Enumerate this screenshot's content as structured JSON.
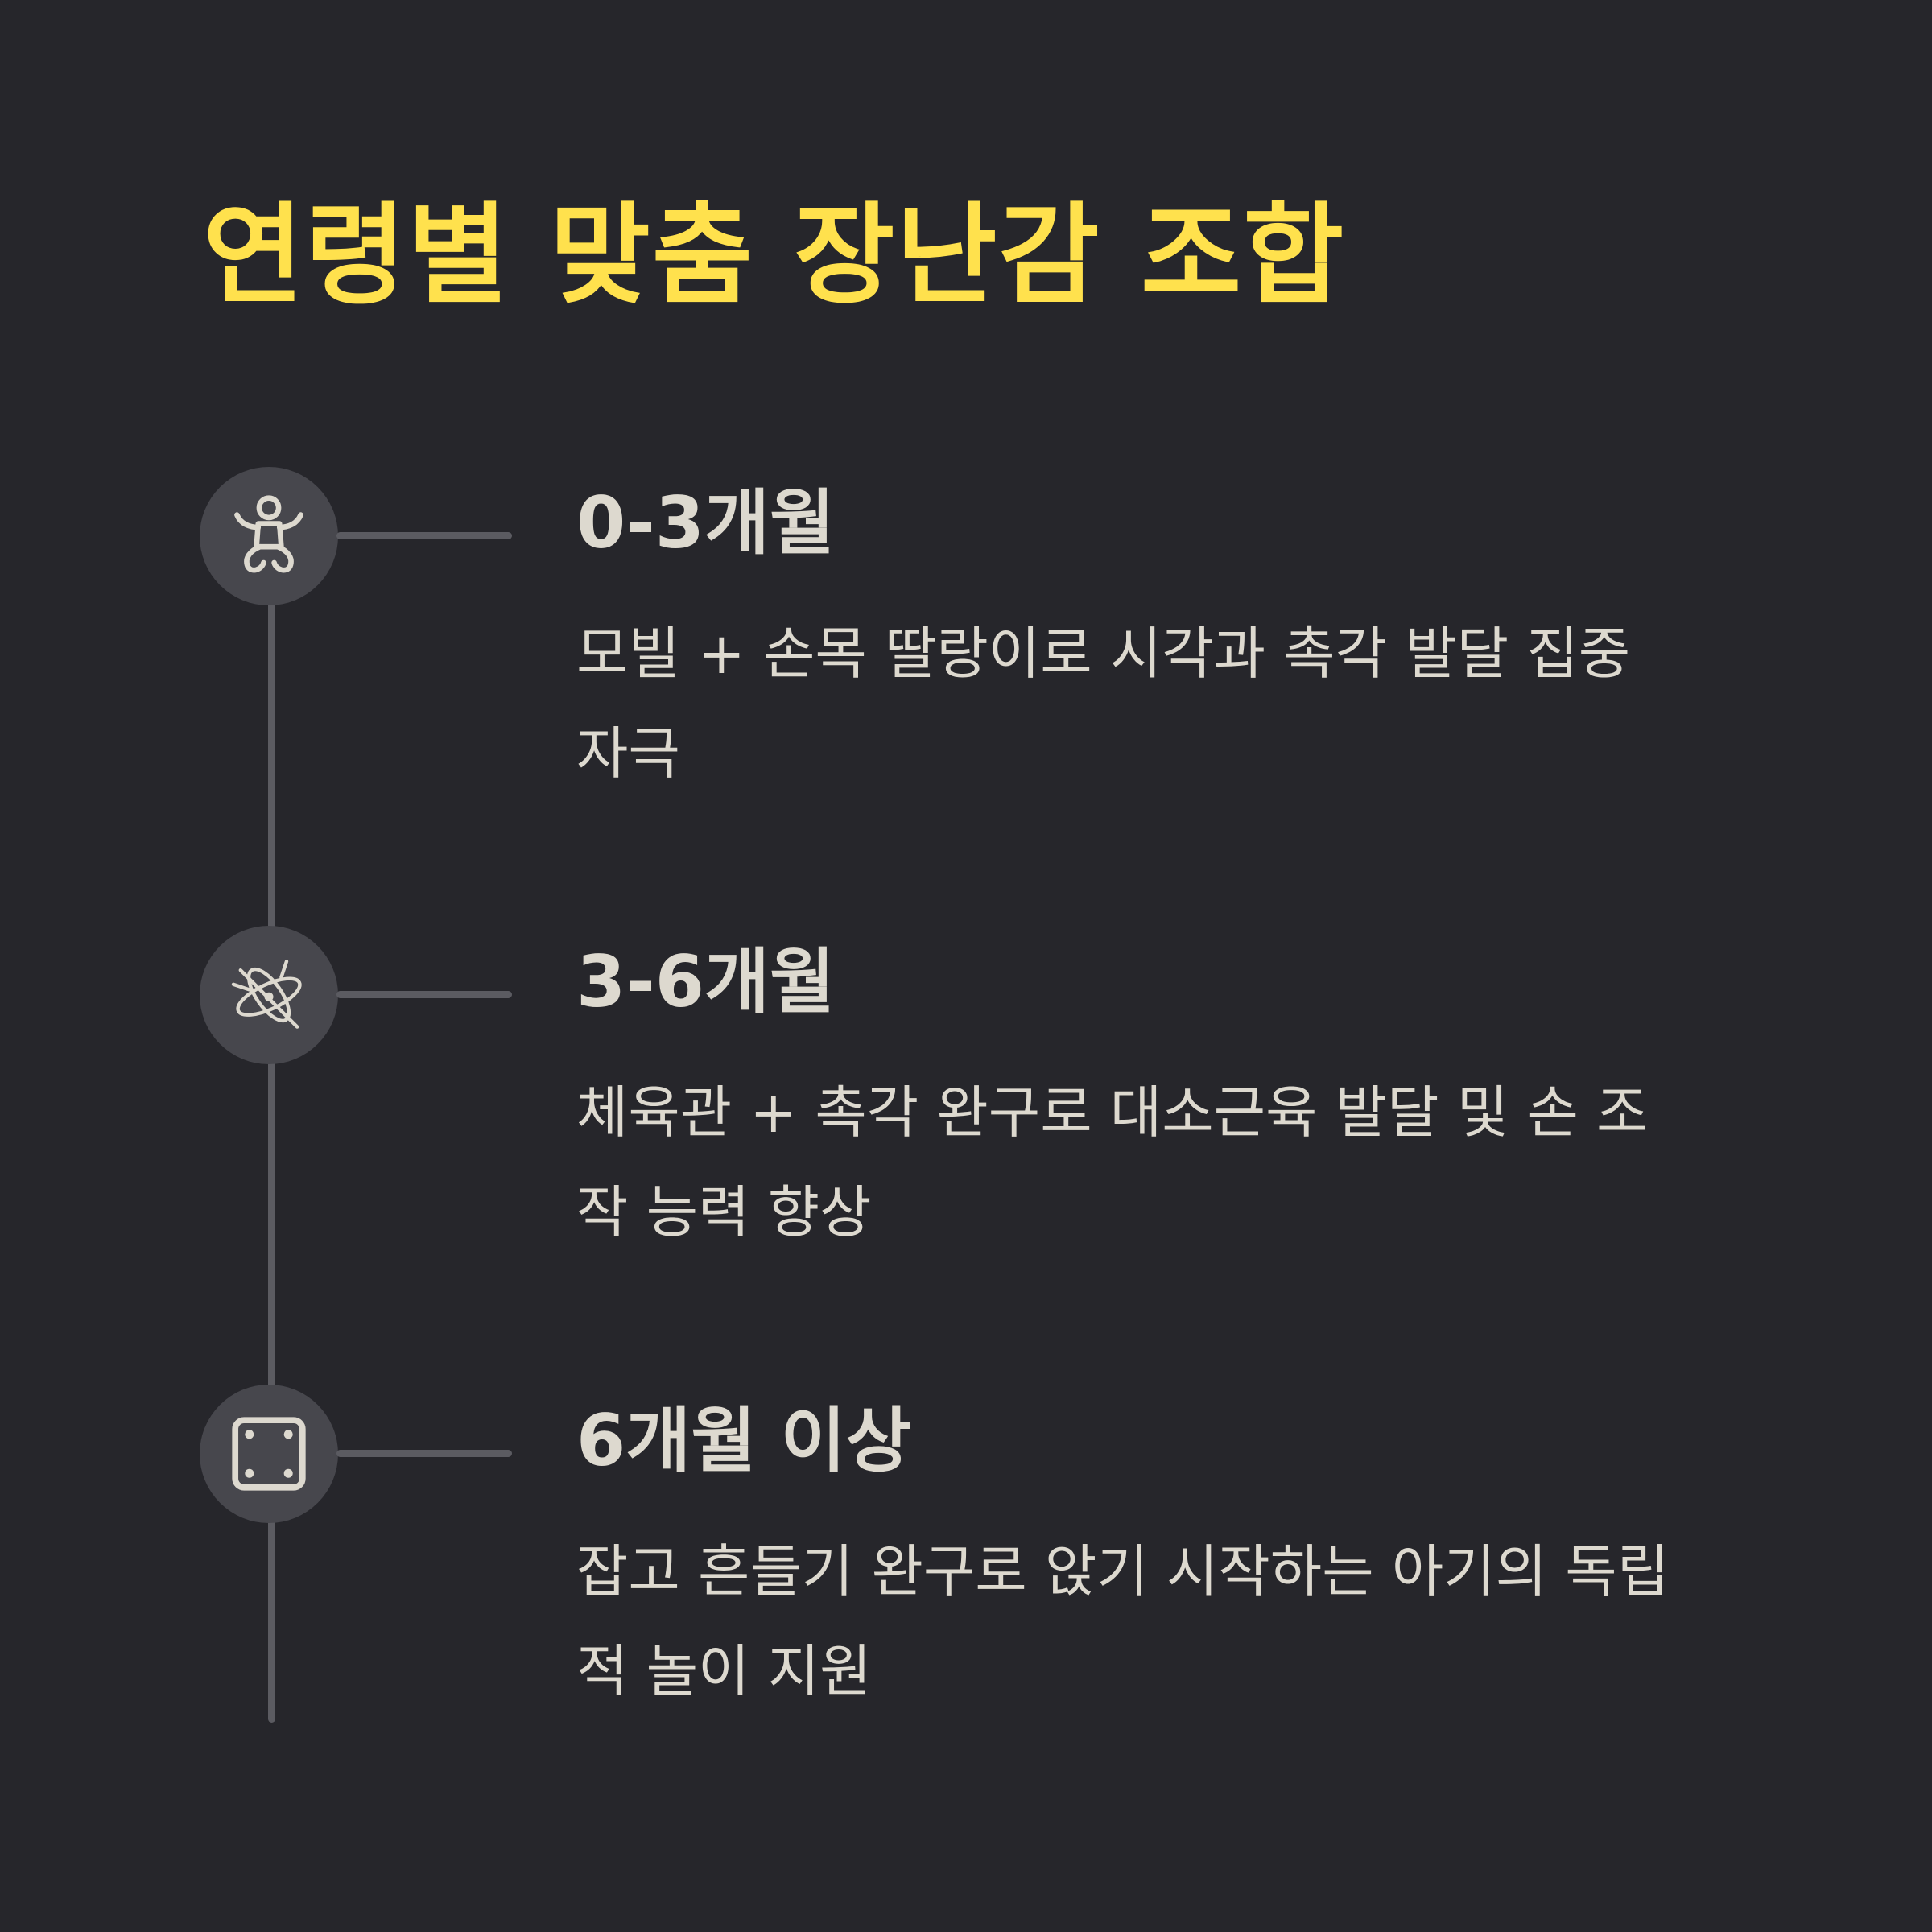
{
  "title": "연령별 맞춤 장난감 조합",
  "colors": {
    "background": "#26262b",
    "title": "#ffe14d",
    "text": "#ddd9cf",
    "node": "#47474d",
    "line": "#5b5b61"
  },
  "steps": [
    {
      "icon": "baby-icon",
      "title": "0-3개월",
      "description": "모빌 + 손목 딸랑이로 시각과 촉각 발달 집중 자극"
    },
    {
      "icon": "atom-orbit-icon",
      "title": "3-6개월",
      "description": "체육관 + 촉각 완구로 대소근육 발달 및 손 조작 능력 향상"
    },
    {
      "icon": "square-frame-icon",
      "title": "6개월 이상",
      "description": "잡고 흔들기 완구로 앉기 시작하는 아기의 독립적 놀이 지원"
    }
  ]
}
